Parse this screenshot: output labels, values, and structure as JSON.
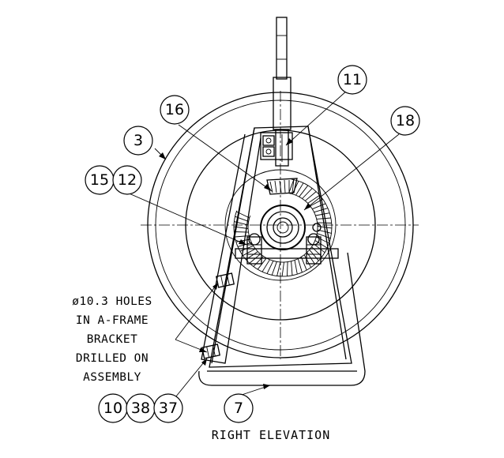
{
  "balloons": {
    "b3": "3",
    "b16": "16",
    "b11": "11",
    "b18": "18",
    "b15": "15",
    "b12": "12",
    "b7": "7",
    "b10": "10",
    "b38": "38",
    "b37": "37"
  },
  "note": {
    "line1": "ø10.3 HOLES",
    "line2": "IN A-FRAME",
    "line3": "BRACKET",
    "line4": "DRILLED ON",
    "line5": "ASSEMBLY"
  },
  "view_title": "RIGHT ELEVATION"
}
